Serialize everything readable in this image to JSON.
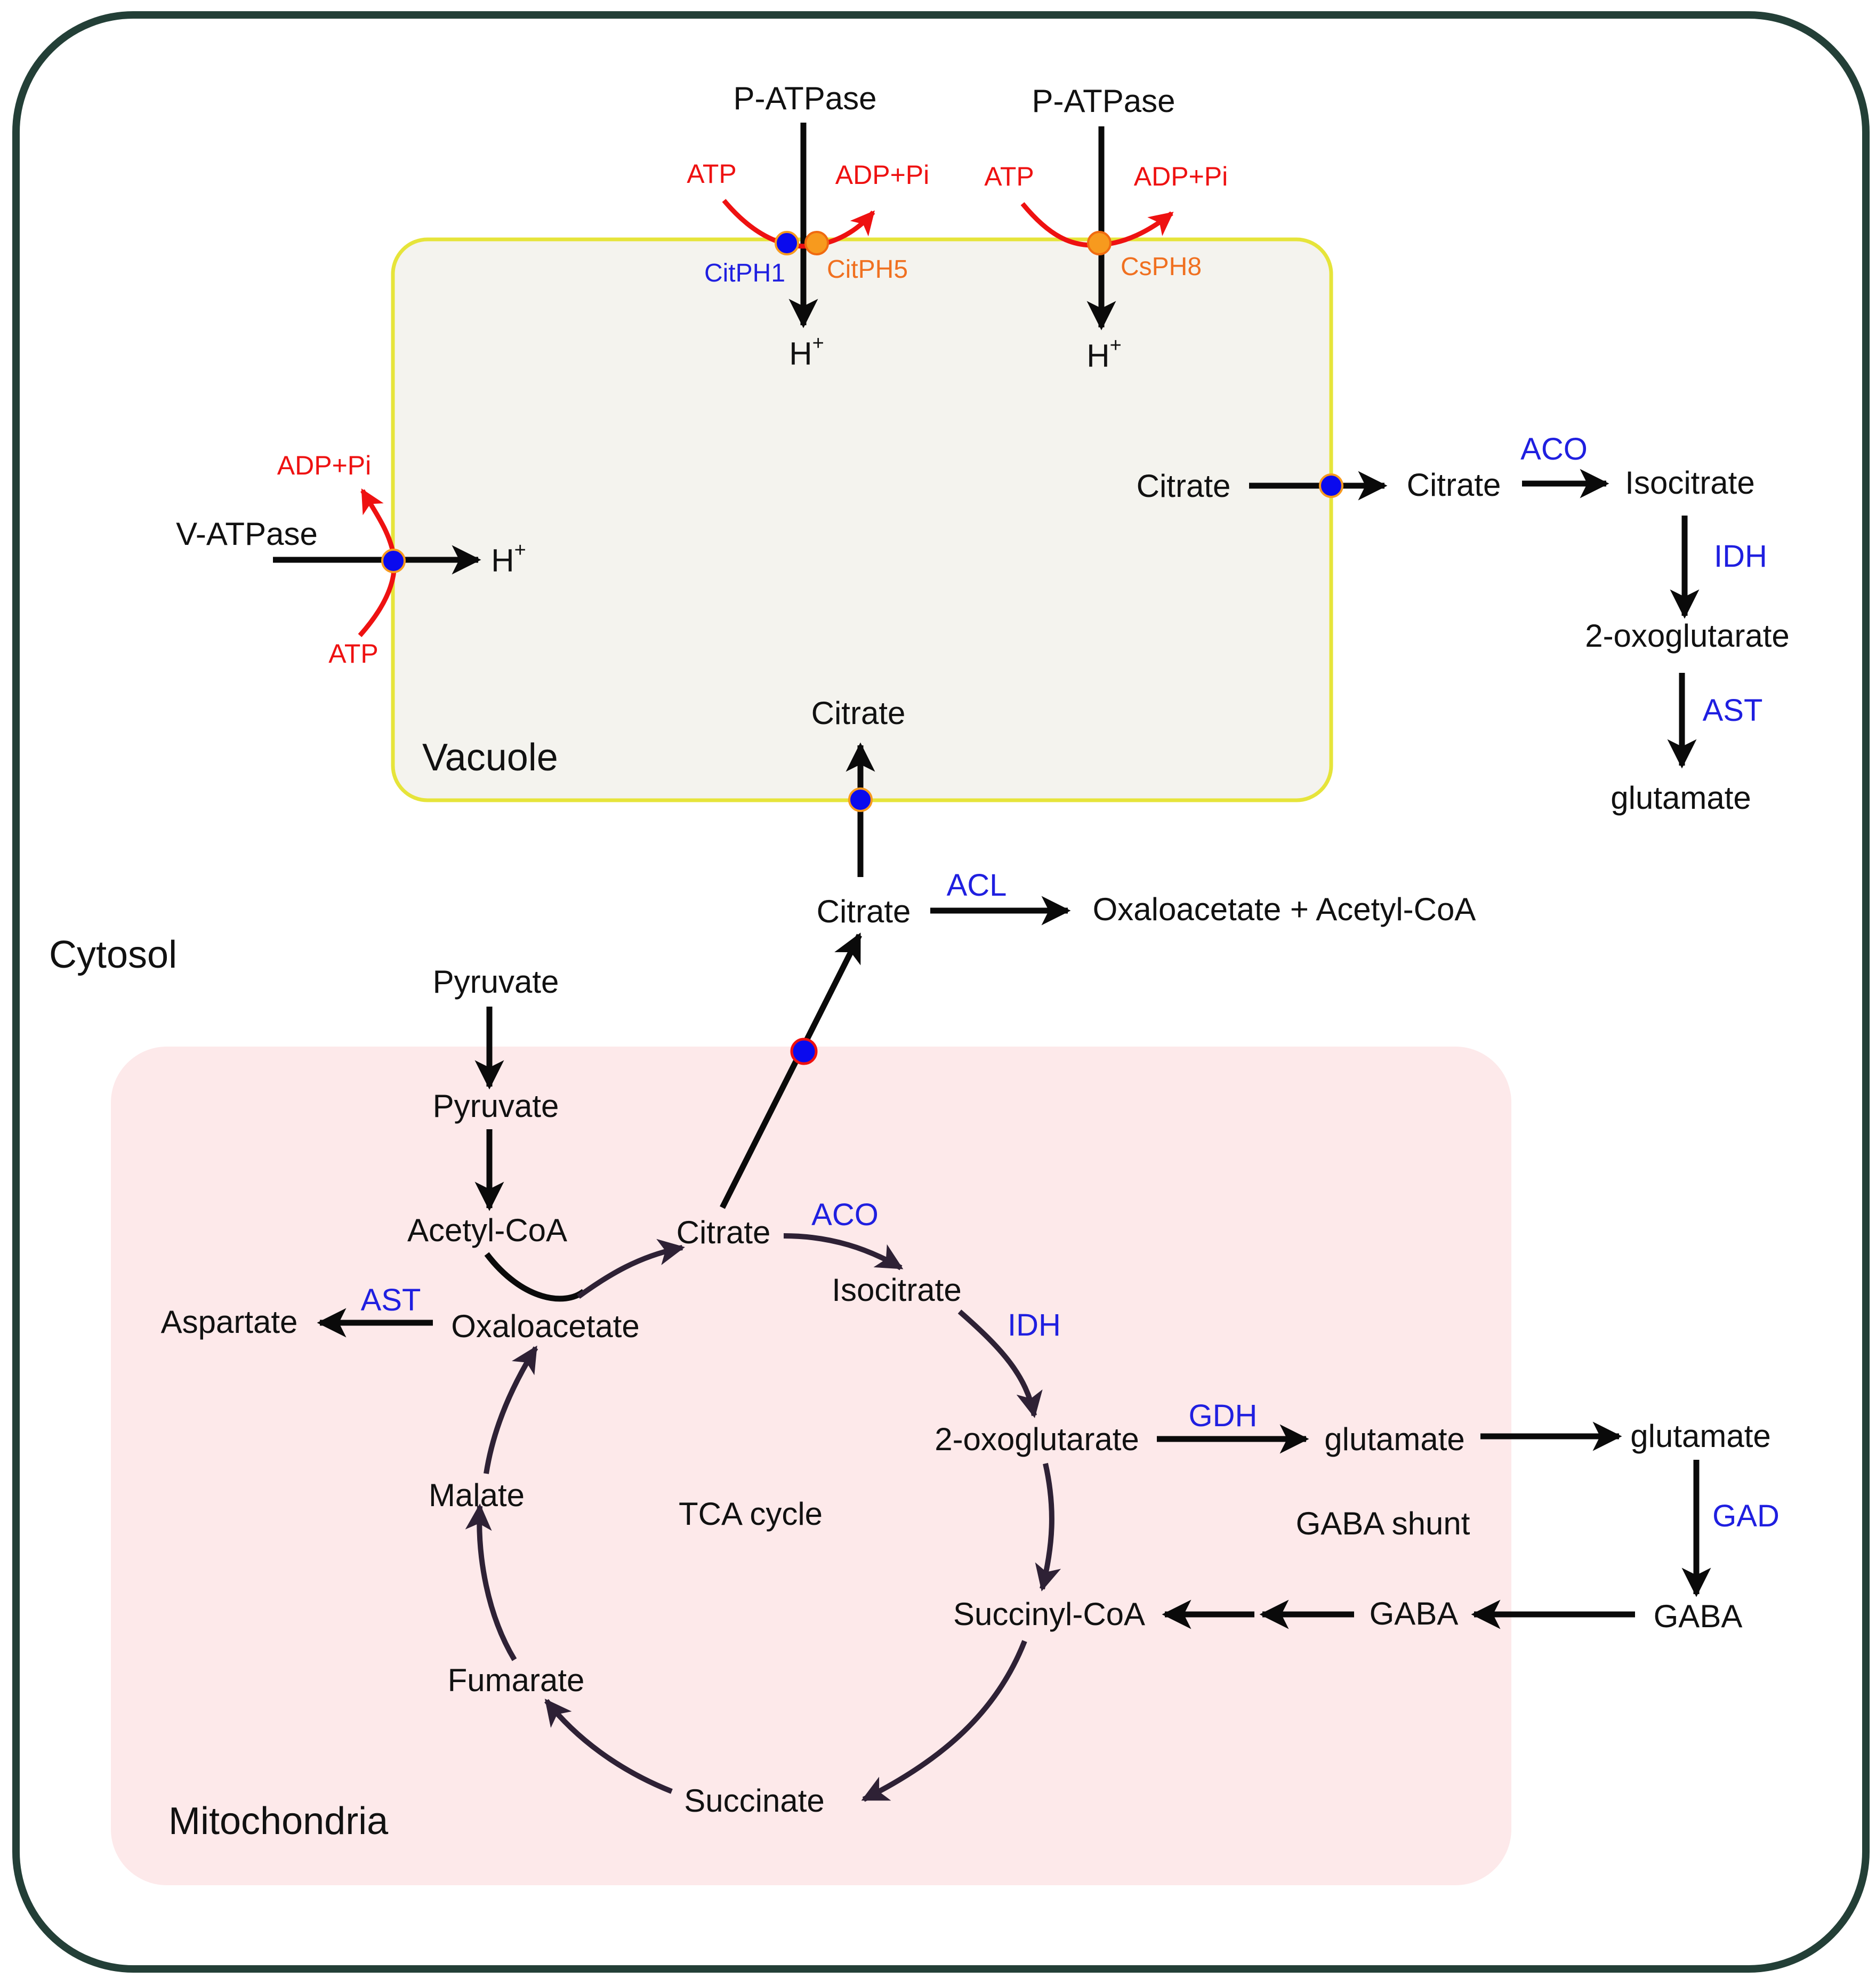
{
  "compartments": {
    "cytosol": "Cytosol",
    "vacuole": "Vacuole",
    "mitochondria": "Mitochondria"
  },
  "pumps": {
    "p_atpase_1": "P-ATPase",
    "p_atpase_2": "P-ATPase",
    "v_atpase": "V-ATPase",
    "atp": "ATP",
    "adp_pi": "ADP+Pi",
    "h_base": "H",
    "h_sup": "+",
    "citph1": "CitPH1",
    "citph5": "CitPH5",
    "csph8": "CsPH8"
  },
  "metabolites": {
    "citrate": "Citrate",
    "isocitrate": "Isocitrate",
    "oxoglutarate": "2-oxoglutarate",
    "glutamate": "glutamate",
    "oaa_acetylcoa": "Oxaloacetate + Acetyl-CoA",
    "pyruvate": "Pyruvate",
    "acetyl_coa": "Acetyl-CoA",
    "oxaloacetate": "Oxaloacetate",
    "aspartate": "Aspartate",
    "malate": "Malate",
    "fumarate": "Fumarate",
    "succinate": "Succinate",
    "succinyl_coa": "Succinyl-CoA",
    "gaba": "GABA"
  },
  "enzymes": {
    "aco": "ACO",
    "idh": "IDH",
    "ast": "AST",
    "acl": "ACL",
    "gdh": "GDH",
    "gad": "GAD"
  },
  "labels": {
    "tca_cycle": "TCA cycle",
    "gaba_shunt": "GABA shunt"
  },
  "colors": {
    "frame": "#233f37",
    "vacuole_fill": "#f4f3ee",
    "vacuole_border": "#e6e43a",
    "mito_fill": "#fde9ea",
    "arrow_black": "#0a0a0a",
    "cycle_arrow": "#2e2135",
    "atp_arrow": "#ee1111",
    "transporter_blue": "#0a0aee",
    "transporter_orange": "#f79a1e",
    "enzyme_text": "#1f1fe0"
  }
}
